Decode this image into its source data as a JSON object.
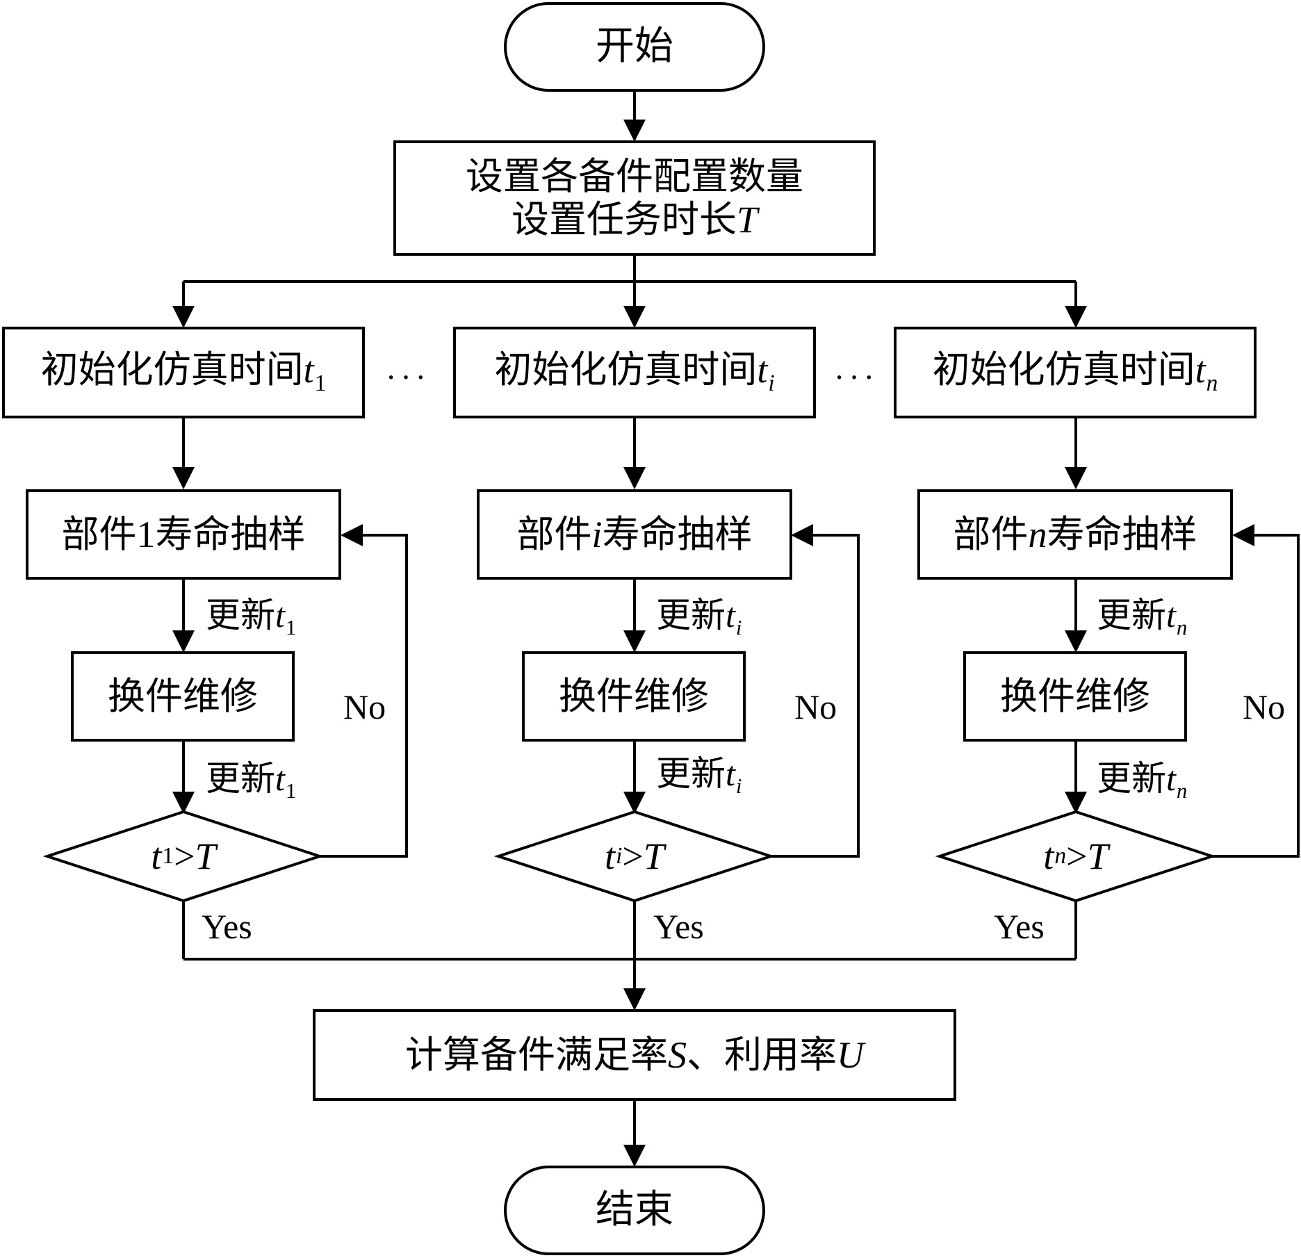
{
  "start": "开始",
  "setup": {
    "line1": "设置各备件配置数量",
    "line2_prefix": "设置任务时长",
    "line2_var": "T"
  },
  "columns": [
    {
      "init_prefix": "初始化仿真时间",
      "var": "t",
      "sub": "1",
      "sample_prefix": "部件",
      "sample_var": "1",
      "sample_suffix": "寿命抽样",
      "update_prefix": "更新",
      "repair": "换件维修",
      "cond_op": ">",
      "cond_rhs": "T",
      "no": "No",
      "yes": "Yes"
    },
    {
      "init_prefix": "初始化仿真时间",
      "var": "t",
      "sub": "i",
      "sample_prefix": "部件",
      "sample_var": "i",
      "sample_suffix": "寿命抽样",
      "update_prefix": "更新",
      "repair": "换件维修",
      "cond_op": ">",
      "cond_rhs": "T",
      "no": "No",
      "yes": "Yes"
    },
    {
      "init_prefix": "初始化仿真时间",
      "var": "t",
      "sub": "n",
      "sample_prefix": "部件",
      "sample_var": "n",
      "sample_suffix": "寿命抽样",
      "update_prefix": "更新",
      "repair": "换件维修",
      "cond_op": ">",
      "cond_rhs": "T",
      "no": "No",
      "yes": "Yes"
    }
  ],
  "ellipsis": "···",
  "compute": {
    "prefix": "计算备件满足率",
    "var_s": "S",
    "mid": "、利用率",
    "var_u": "U"
  },
  "end": "结束"
}
